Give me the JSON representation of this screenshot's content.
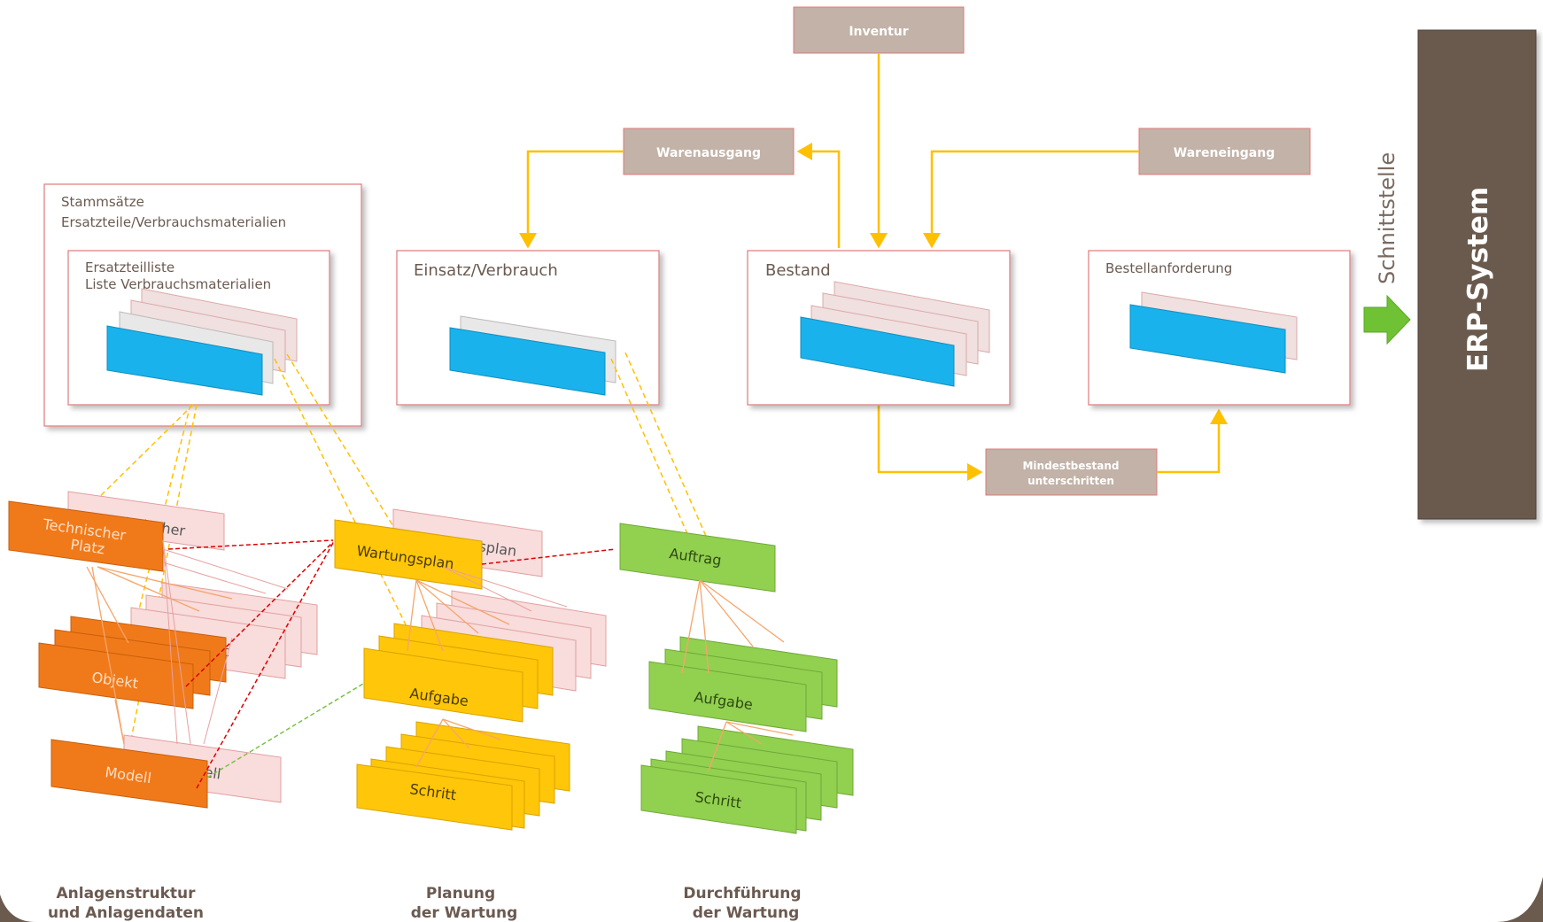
{
  "top": {
    "inventur": "Inventur",
    "warenausgang": "Warenausgang",
    "wareneingang": "Wareneingang",
    "mindestbestand_line1": "Mindestbestand",
    "mindestbestand_line2": "unterschritten"
  },
  "panels": {
    "stammsaetze_line1": "Stammsätze",
    "stammsaetze_line2": "Ersatzteile/Verbrauchsmaterialien",
    "ersatzteilliste_line1": "Ersatzteilliste",
    "ersatzteilliste_line2": "Liste Verbrauchsmaterialien",
    "einsatz": "Einsatz/Verbrauch",
    "bestand": "Bestand",
    "bestellanforderung": "Bestellanforderung"
  },
  "interface": {
    "schnittstelle": "Schnittstelle",
    "erp": "ERP-System"
  },
  "structure": {
    "technischer_back": "Technischer",
    "technischer_line1": "Technischer",
    "technischer_line2": "Platz",
    "objekt": "Objekt",
    "objekt_back_fragment": "t",
    "modell": "Modell",
    "modell_back_fragment": "ell",
    "wartungsplan": "Wartungsplan",
    "wartungsplan_back_fragment": "splan",
    "aufgabe_plan": "Aufgabe",
    "schritt_plan": "Schritt",
    "auftrag": "Auftrag",
    "aufgabe_exec": "Aufgabe",
    "schritt_exec": "Schritt"
  },
  "footer": {
    "col1_line1": "Anlagenstruktur",
    "col1_line2": "und Anlagendaten",
    "col2_line1": "Planung",
    "col2_line2": "der Wartung",
    "col3_line1": "Durchführung",
    "col3_line2": "der Wartung"
  },
  "colors": {
    "flowbox": "#c2b2a7",
    "arrow": "#ffc000",
    "erp": "#6b5a4e",
    "orange": "#f07a1a",
    "yellow": "#ffc60a",
    "green": "#92d050",
    "blue": "#1ab2ec",
    "red_dash": "#e00000",
    "green_dash": "#7ac143"
  }
}
